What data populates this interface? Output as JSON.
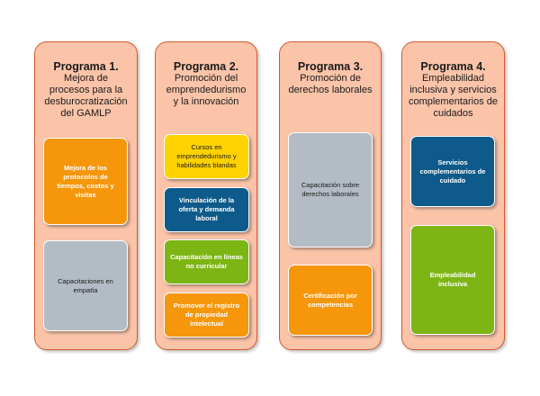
{
  "programs": [
    {
      "title": "Programa 1.",
      "subtitle": [
        "Mejora de",
        "procesos para la",
        "desburocratización",
        "del GAMLP"
      ],
      "items": [
        {
          "label": "Mejora de los protocolos de tiempos, costos y visitas",
          "color": "#f5960b"
        },
        {
          "label": "Capacitaciones en empatía",
          "color": "#b3bcc4"
        }
      ]
    },
    {
      "title": "Programa 2.",
      "subtitle": [
        "Promoción del",
        "emprendedurismo",
        "y la innovación"
      ],
      "items": [
        {
          "label": "Cursos en emprendedurismo y habilidades blandas",
          "color": "#ffd200"
        },
        {
          "label": "Vinculación de la oferta y demanda laboral",
          "color": "#0e5a8a"
        },
        {
          "label": "Capacitación en líneas no curricular",
          "color": "#7db514"
        },
        {
          "label": "Promover el registro de propiedad intelectual",
          "color": "#f5960b"
        }
      ]
    },
    {
      "title": "Programa 3.",
      "subtitle": [
        "Promoción de",
        "derechos laborales"
      ],
      "items": [
        {
          "label": "Capacitación sobre derechos laborales",
          "color": "#b3bcc4"
        },
        {
          "label": "Certificación por competencias",
          "color": "#f5960b"
        }
      ]
    },
    {
      "title": "Programa 4.",
      "subtitle": [
        "Empleabilidad",
        "inclusiva y servicios",
        "complementarios de",
        "cuidados"
      ],
      "items": [
        {
          "label": "Servicios complementarios de cuidado",
          "color": "#0e5a8a"
        },
        {
          "label": "Empleabilidad inclusiva",
          "color": "#7db514"
        }
      ]
    }
  ]
}
